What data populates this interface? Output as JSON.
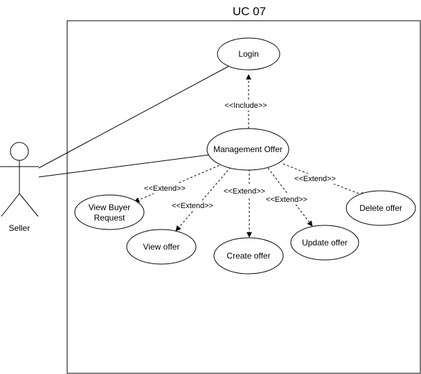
{
  "system": {
    "title": "UC 07"
  },
  "actor": {
    "name": "Seller"
  },
  "use_cases": {
    "login": "Login",
    "management_offer": "Management Offer",
    "view_buyer_request_line1": "View Buyer",
    "view_buyer_request_line2": "Request",
    "view_offer": "View offer",
    "create_offer": "Create offer",
    "update_offer": "Update offer",
    "delete_offer": "Delete offer"
  },
  "relationships": {
    "include": "<<Include>>",
    "extend_view_buyer_request": "<<Extend>>",
    "extend_view_offer": "<<Extend>>",
    "extend_create_offer": "<<Extend>>",
    "extend_update_offer": "<<Extend>>",
    "extend_delete_offer": "<<Extend>>"
  },
  "colors": {
    "stroke": "#000000",
    "fill": "#ffffff",
    "text": "#000000"
  }
}
